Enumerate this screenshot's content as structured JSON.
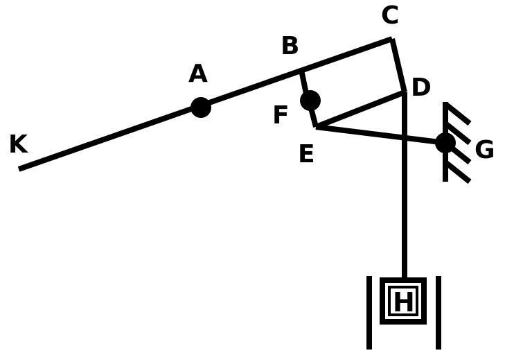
{
  "labels": {
    "A": "A",
    "B": "B",
    "C": "C",
    "D": "D",
    "E": "E",
    "F": "F",
    "G": "G",
    "H": "H",
    "K": "K"
  },
  "colors": {
    "ink": "#000000",
    "background": "#ffffff"
  }
}
